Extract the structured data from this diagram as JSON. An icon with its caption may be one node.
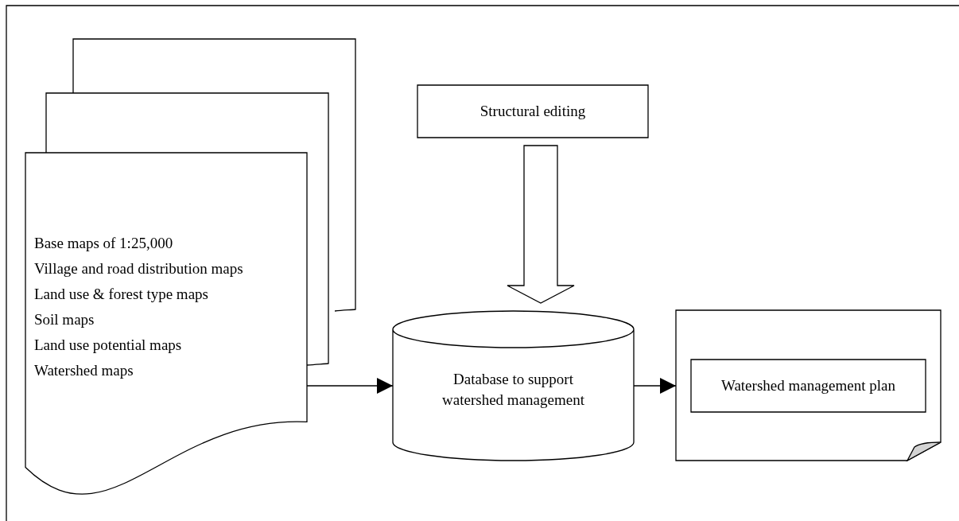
{
  "diagram": {
    "nodes": [
      {
        "text": [
          "Base maps of 1:25,000",
          "Village and road distribution maps",
          "Land use & forest type maps",
          "Soil maps",
          "Land use potential maps",
          "Watershed maps"
        ]
      },
      {
        "text": [
          "Structural editing"
        ]
      },
      {
        "text": [
          "Database to support watershed management"
        ]
      },
      {
        "text": [],
        "shape": "document"
      },
      {
        "text": [
          "Watershed management plan"
        ],
        "in": 3
      }
    ],
    "edges": [
      {
        "from": 1,
        "to": 2,
        "arrow": "to",
        "style": "thick"
      },
      {
        "from": 0,
        "to": 2,
        "arrow": "to"
      },
      {
        "from": 2,
        "to": 3,
        "arrow": "to"
      }
    ]
  }
}
